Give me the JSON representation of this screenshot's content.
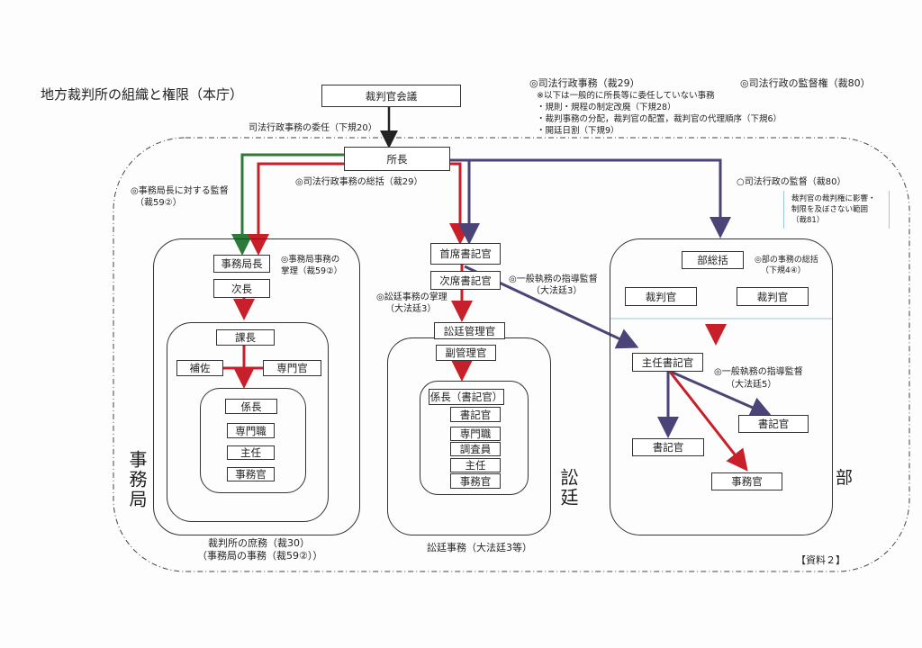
{
  "title": "地方裁判所の組織と権限（本庁）",
  "colors": {
    "red": "#c8202a",
    "green": "#2e7a3a",
    "purple": "#4a4478",
    "divider": "#9cc8d8"
  },
  "top": {
    "council": "裁判官会議",
    "delegation": "司法行政事務の委任（下規20）",
    "president": "所長",
    "overall": "◎司法行政事務の総括（裁29）",
    "secretariat_supervision": [
      "◎事務局長に対する監督",
      "（裁59②）"
    ]
  },
  "notes": {
    "admin_affairs": "◎司法行政事務（裁29）",
    "not_delegated": "※以下は一般的に所長等に委任していない事務",
    "items": [
      "・規則・規程の制定改廃（下規28）",
      "・裁判事務の分配，裁判官の配置，裁判官の代理順序（下規6）",
      "・開廷日割（下規9）"
    ],
    "supervisory_power": "◎司法行政の監督権（裁80）",
    "supervision": "○司法行政の監督（裁80）",
    "scope": [
      "裁判官の裁判権に影響・",
      "制限を及ぼさない範囲",
      "（裁81）"
    ]
  },
  "secretariat": {
    "label": "事務局",
    "head": "事務局長",
    "head_note": [
      "◎事務局事務の",
      "掌理（裁59②）"
    ],
    "deputy": "次長",
    "chief": "課長",
    "assistant": "補佐",
    "specialist": "専門官",
    "staff": [
      "係長",
      "専門職",
      "主任",
      "事務官"
    ],
    "footer": [
      "裁判所の庶務（裁30）",
      "（事務局の事務（裁59②））"
    ]
  },
  "court_clerk": {
    "label": "訟廷",
    "chief_clerk": "首席書記官",
    "deputy_chief_clerk": "次席書記官",
    "manage_note": [
      "◎訟廷事務の掌理",
      "（大法廷3）"
    ],
    "guidance_note": [
      "◎一般執務の指導監督",
      "（大法廷3）"
    ],
    "manager": "訟廷管理官",
    "deputy_manager": "副管理官",
    "staff": [
      "係長（書記官）",
      "書記官",
      "専門職",
      "調査員",
      "主任",
      "事務官"
    ],
    "footer": "訟廷事務（大法廷3等）"
  },
  "division": {
    "label": "部",
    "presiding": "部総括",
    "presiding_note": [
      "◎部の事務の総括",
      "（下規4④）"
    ],
    "judges": [
      "裁判官",
      "裁判官"
    ],
    "chief_clerk": "主任書記官",
    "guidance_note": [
      "◎一般執務の指導監督",
      "（大法廷5）"
    ],
    "clerk_right": "書記官",
    "clerk_left": "書記官",
    "officer": "事務官"
  },
  "doc_ref": "【資料２】"
}
